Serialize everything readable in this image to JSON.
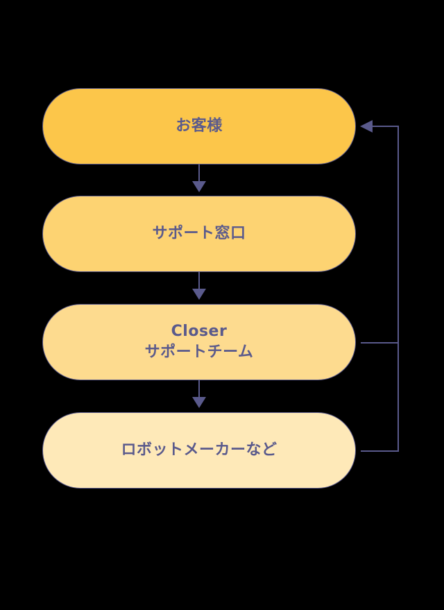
{
  "colors": {
    "background": "#000000",
    "stroke": "#5a5a8c",
    "text": "#5a5a8c"
  },
  "nodes": [
    {
      "label": "お客様",
      "fill": "#fcc64a"
    },
    {
      "label": "サポート窓口",
      "fill": "#fdd372"
    },
    {
      "label_line1": "Closer",
      "label_line2": "サポートチーム",
      "fill": "#fddb8f"
    },
    {
      "label": "ロボットメーカーなど",
      "fill": "#fee9b8"
    }
  ]
}
